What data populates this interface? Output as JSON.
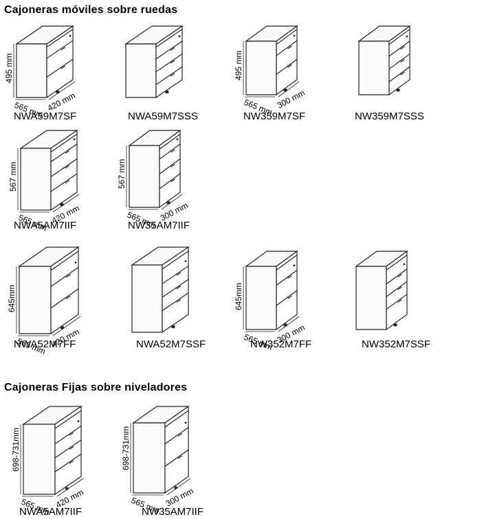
{
  "sections": [
    {
      "title": "Cajoneras móviles sobre ruedas"
    },
    {
      "title": "Cajoneras Fijas sobre niveladores"
    }
  ],
  "products": [
    {
      "name": "NWA59M7SF",
      "height_label": "495 mm",
      "depth_label": "565 mm",
      "width_label": "420 mm",
      "drawers": "sf",
      "base": "wheels"
    },
    {
      "name": "NWA59M7SSS",
      "height_label": "",
      "depth_label": "",
      "width_label": "",
      "drawers": "sss",
      "base": "wheels"
    },
    {
      "name": "NW359M7SF",
      "height_label": "495 mm",
      "depth_label": "565 mm",
      "width_label": "300 mm",
      "drawers": "sf",
      "base": "wheels"
    },
    {
      "name": "NW359M7SSS",
      "height_label": "",
      "depth_label": "",
      "width_label": "",
      "drawers": "sss",
      "base": "wheels"
    },
    {
      "name": "NWA5AM7IIF",
      "height_label": "567 mm",
      "depth_label": "565 mm",
      "width_label": "420 mm",
      "drawers": "iif",
      "base": "wheels"
    },
    {
      "name": "NW35AM7IIF",
      "height_label": "567 mm",
      "depth_label": "565 mm",
      "width_label": "300 mm",
      "drawers": "iif",
      "base": "wheels"
    },
    {
      "name": "NWA52M7FF",
      "height_label": "645mm",
      "depth_label": "565 mm",
      "width_label": "420 mm",
      "drawers": "ff",
      "base": "wheels"
    },
    {
      "name": "NWA52M7SSF",
      "height_label": "",
      "depth_label": "",
      "width_label": "",
      "drawers": "ssf",
      "base": "wheels"
    },
    {
      "name": "NW352M7FF",
      "height_label": "645mm",
      "depth_label": "565 mm",
      "width_label": "300 mm",
      "drawers": "ff",
      "base": "wheels"
    },
    {
      "name": "NW352M7SSF",
      "height_label": "",
      "depth_label": "",
      "width_label": "",
      "drawers": "ssf",
      "base": "wheels"
    },
    {
      "name": "NWA5AM7IIF",
      "height_label": "698-731mm",
      "depth_label": "565 mm",
      "width_label": "420 mm",
      "drawers": "ssf",
      "base": "levelers"
    },
    {
      "name": "NW35AM7IIF",
      "height_label": "698-731mm",
      "depth_label": "565 mm",
      "width_label": "300 mm",
      "drawers": "ff",
      "base": "levelers"
    }
  ]
}
